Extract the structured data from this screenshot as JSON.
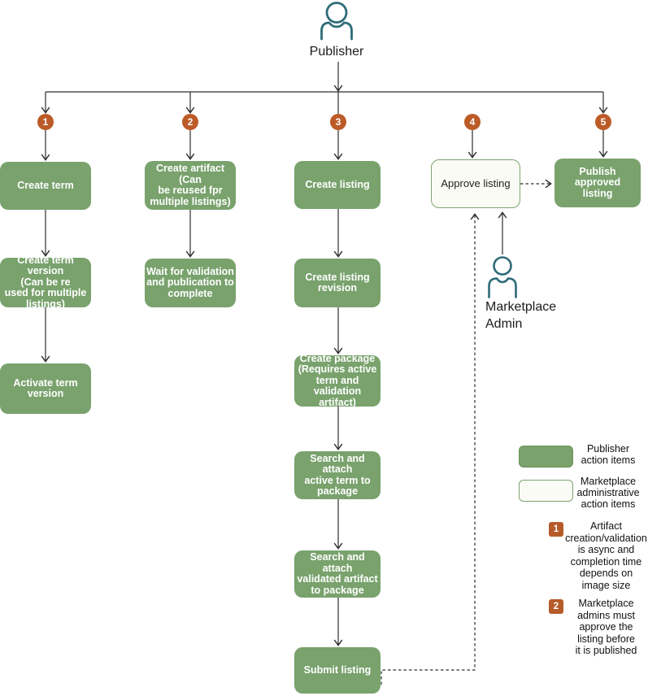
{
  "colors": {
    "action_green": "#79a26d",
    "badge_orange": "#bc5b28",
    "actor_teal": "#2f6b78",
    "line": "#2d2d2d"
  },
  "actors": {
    "publisher": "Publisher",
    "marketplace_admin": "Marketplace\nAdmin"
  },
  "badges": {
    "b1": "1",
    "b2": "2",
    "b3": "3",
    "b4": "4",
    "b5": "5"
  },
  "nodes": {
    "create_term": "Create term",
    "create_term_version": "Create term version\n(Can be re\nused for multiple\nlistings)",
    "activate_term_version": "Activate term\nversion",
    "create_artifact": "Create artifact (Can\nbe reused fpr\nmultiple listings)",
    "wait_validation": "Wait for validation\nand publication to\ncomplete",
    "create_listing": "Create listing",
    "create_listing_revision": "Create listing\nrevision",
    "create_package": "Create package\n(Requires active\nterm and\nvalidation artifact)",
    "attach_term": "Search and attach\nactive term to\npackage",
    "attach_artifact": "Search and attach\nvalidated artifact\nto package",
    "submit_listing": "Submit listing",
    "approve_listing": "Approve listing",
    "publish_listing": "Publish approved\nlisting"
  },
  "legend": {
    "publisher_items": "Publisher\naction items",
    "admin_items": "Marketplace\nadministrative\naction items",
    "note1_num": "1",
    "note1": "Artifact\ncreation/validation\nis async and\ncompletion time\ndepends on\nimage size",
    "note2_num": "2",
    "note2": "Marketplace\nadmins must\napprove the\nlisting before\nit is published"
  }
}
